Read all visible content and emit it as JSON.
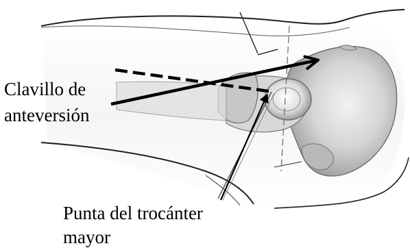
{
  "labels": {
    "anteversion_pin_line1": "Clavillo de",
    "anteversion_pin_line2": "anteversión",
    "greater_trochanter_tip_line1": "Punta del trocánter",
    "greater_trochanter_tip_line2": "mayor"
  },
  "colors": {
    "ink": "#000000",
    "sketch_line": "#2b2b2b",
    "soft_shading": "#c9c9c9",
    "bone_shading": "#a9a9a9",
    "background": "#ffffff"
  }
}
